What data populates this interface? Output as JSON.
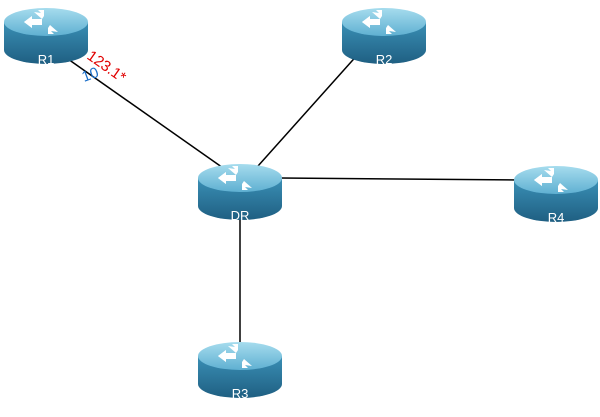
{
  "diagram": {
    "routers": [
      {
        "id": "R1",
        "label": "R1"
      },
      {
        "id": "R2",
        "label": "R2"
      },
      {
        "id": "DR",
        "label": "DR"
      },
      {
        "id": "R4",
        "label": "R4"
      },
      {
        "id": "R3",
        "label": "R3"
      }
    ],
    "links": [
      {
        "from": "R1",
        "to": "DR"
      },
      {
        "from": "R2",
        "to": "DR"
      },
      {
        "from": "R4",
        "to": "DR"
      },
      {
        "from": "R3",
        "to": "DR"
      }
    ],
    "annotations": {
      "r1_link_address": "123.1*",
      "r1_link_cost": "10"
    },
    "colors": {
      "router_body": "#2e7da3",
      "router_top": "#7cc3dd",
      "link": "#000000",
      "annotation_red": "#e00000",
      "annotation_blue": "#1a6fc9"
    },
    "icons": [
      "router-icon"
    ]
  }
}
